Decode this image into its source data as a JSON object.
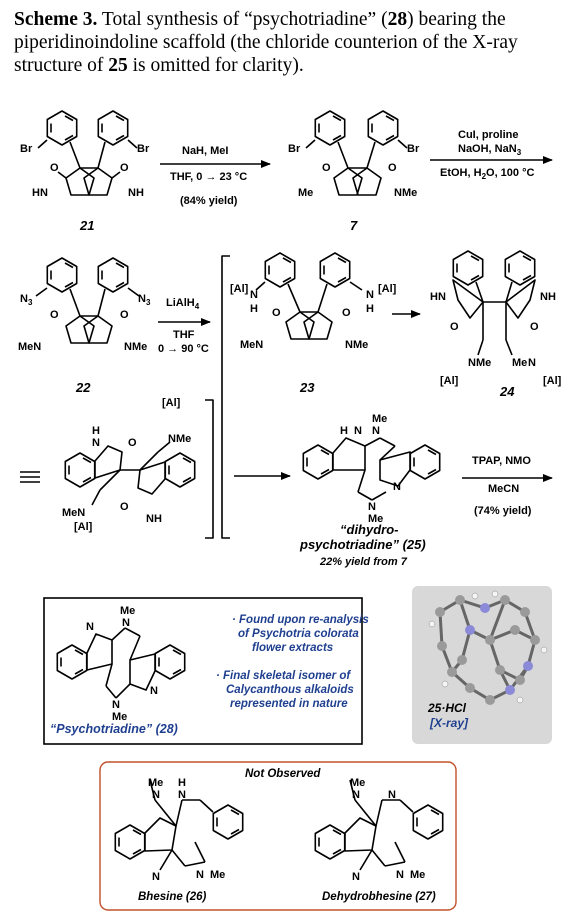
{
  "caption": {
    "label": "Scheme 3.",
    "text_a": " Total synthesis of “psychotriadine” (",
    "num_a": "28",
    "text_b": ") bearing the piperidinoindoline scaffold (the chloride counterion of the X-ray structure of ",
    "num_b": "25",
    "text_c": " is omitted for clarity)."
  },
  "atoms": {
    "br": "Br",
    "hn": "HN",
    "nh": "NH",
    "n": "N",
    "h": "H",
    "me": "Me",
    "mem": "MeN",
    "nme": "NMe",
    "n3": "N",
    "n3sub": "3",
    "al": "[Al]",
    "o": "O"
  },
  "row1": {
    "cmpd_a": "21",
    "cond1_top": "NaH, MeI",
    "cond1_mid": "THF, 0 → 23 °C",
    "cond1_bot": "(84% yield)",
    "cmpd_b": "7",
    "cond2_top": "CuI, proline",
    "cond2_mid": "NaOH, NaN",
    "cond2_mid_sub": "3",
    "cond2_bot": "EtOH, H",
    "cond2_bot_sub": "2",
    "cond2_bot_end": "O, 100 °C"
  },
  "row2": {
    "cmpd_a": "22",
    "cond_top": "LiAlH",
    "cond_top_sub": "4",
    "cond_mid": "THF",
    "cond_bot": "0 → 90 °C",
    "cmpd_b": "23",
    "cmpd_c": "24"
  },
  "row3": {
    "product_line1": "“dihydro-",
    "product_line2": "psychotriadine” (25)",
    "yield_note": "22% yield from 7",
    "cond_top": "TPAP, NMO",
    "cond_mid": "MeCN",
    "cond_bot": "(74% yield)"
  },
  "box": {
    "name": "“Psychotriadine” (28)",
    "note1_l1": "· Found upon re-analysis",
    "note1_l2": "of Psychotria colorata",
    "note1_l3": "flower extracts",
    "note2_l1": "· Final skeletal isomer of",
    "note2_l2": "Calycanthous alkaloids",
    "note2_l3": "represented in nature"
  },
  "xray": {
    "label": "25·HCl",
    "sub": "[X-ray]"
  },
  "not_observed": {
    "title": "Not Observed",
    "left_name": "Bhesine (26)",
    "right_name": "Dehydrobhesine (27)"
  },
  "colors": {
    "text": "#000000",
    "note_blue": "#1f3f8f",
    "xray_bg": "#d8d8d8",
    "not_observed_border": "#c0502a",
    "nitrogen": "#8a8ad8"
  }
}
